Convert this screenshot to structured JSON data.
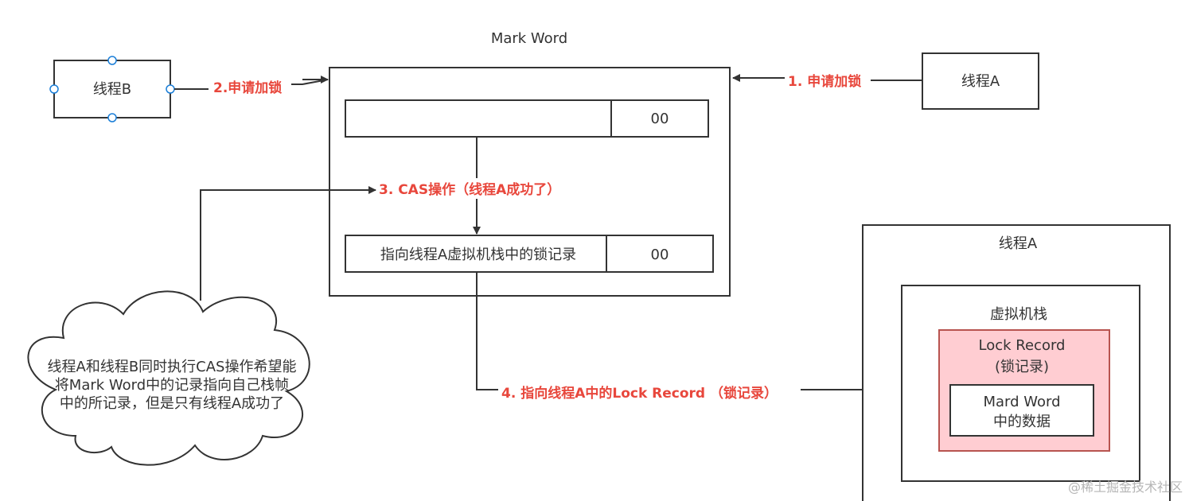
{
  "mark_word": {
    "title": "Mark Word",
    "before_tag": "00",
    "after_pointer": "指向线程A虚拟机栈中的锁记录",
    "after_tag": "00"
  },
  "thread_b": {
    "label": "线程B"
  },
  "thread_a": {
    "label": "线程A"
  },
  "steps": {
    "step1": "1. 申请加锁",
    "step2": "2.申请加锁",
    "step3": "3. CAS操作（线程A成功了）",
    "step4": "4. 指向线程A中的Lock Record （锁记录）"
  },
  "cloud_note": {
    "line1": "线程A和线程B同时执行CAS操作希望能",
    "line2": "将Mark Word中的记录指向自己栈帧",
    "line3": "中的所记录，但是只有线程A成功了"
  },
  "thread_a_stack": {
    "title": "线程A",
    "vm_stack": "虚拟机栈",
    "lock_record_line1": "Lock Record",
    "lock_record_line2": "(锁记录)",
    "data_line1": "Mard Word",
    "data_line2": "中的数据"
  },
  "watermark": "@稀土掘金技术社区",
  "colors": {
    "step_text": "#e8473c",
    "lock_record_fill": "#ffcdd2",
    "lock_record_stroke": "#b85450",
    "line": "#333333",
    "handle": "#1a7ed8"
  }
}
